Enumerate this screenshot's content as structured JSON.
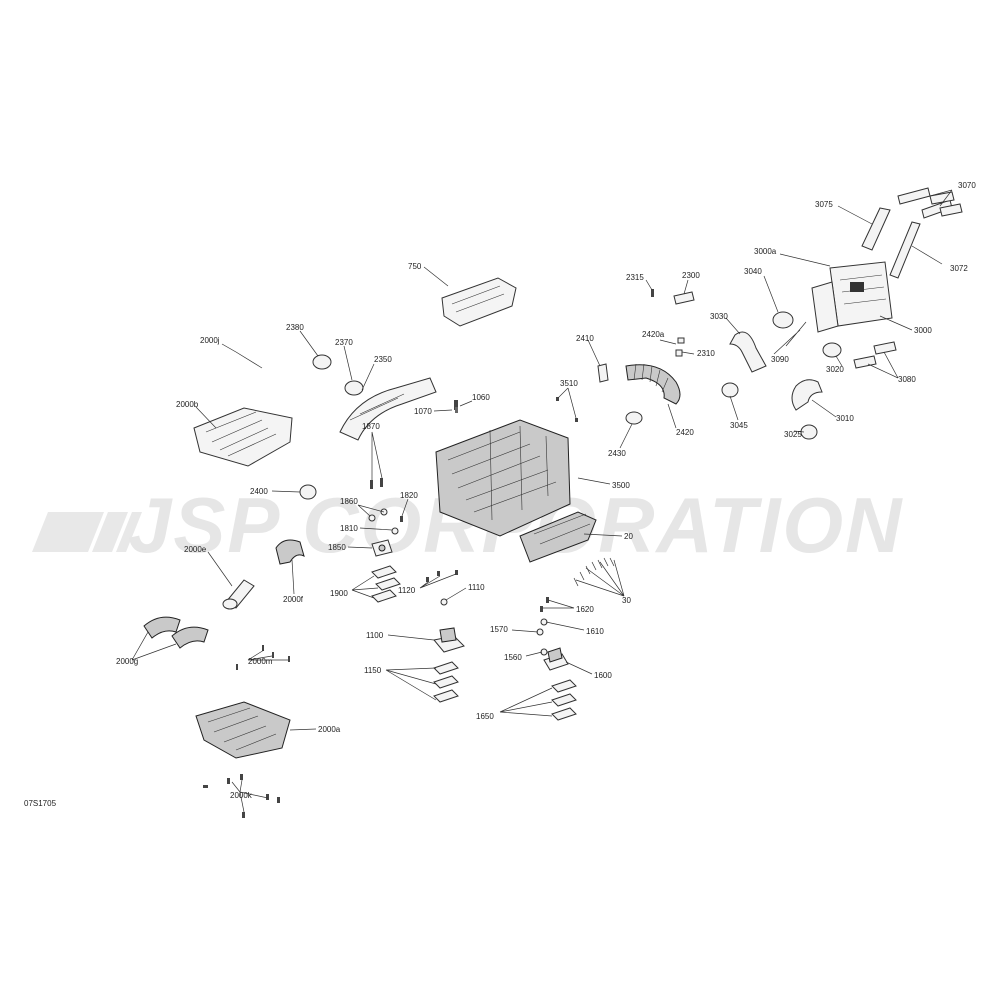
{
  "watermark": {
    "text": "JSP CORPORATION",
    "color": "#e4e4e4"
  },
  "figure_code": "07S1705",
  "labels": {
    "p3070": "3070",
    "p3075": "3075",
    "p3000a": "3000a",
    "p3040": "3040",
    "p3072": "3072",
    "p750": "750",
    "p2315": "2315",
    "p2300": "2300",
    "p3030": "3030",
    "p3000": "3000",
    "p2420a": "2420a",
    "p2410": "2410",
    "p2310": "2310",
    "p3090": "3090",
    "p2380": "2380",
    "p2370": "2370",
    "p2000j": "2000j",
    "p2350": "2350",
    "p3020": "3020",
    "p3080": "3080",
    "p3510": "3510",
    "p1060": "1060",
    "p2000b": "2000b",
    "p1070": "1070",
    "p3010": "3010",
    "p2430": "2430",
    "p2420": "2420",
    "p3045": "3045",
    "p3025": "3025",
    "p1870": "1870",
    "p3500": "3500",
    "p2400": "2400",
    "p1860": "1860",
    "p1820": "1820",
    "p1810": "1810",
    "p20": "20",
    "p2000e": "2000e",
    "p1850": "1850",
    "p2000f": "2000f",
    "p1900": "1900",
    "p1120": "1120",
    "p1110": "1110",
    "p30": "30",
    "p1620": "1620",
    "p1100": "1100",
    "p1570": "1570",
    "p1610": "1610",
    "p2000g": "2000g",
    "p2000m": "2000m",
    "p1560": "1560",
    "p1600": "1600",
    "p1150": "1150",
    "p1650": "1650",
    "p2000a": "2000a",
    "p2000k": "2000k"
  }
}
